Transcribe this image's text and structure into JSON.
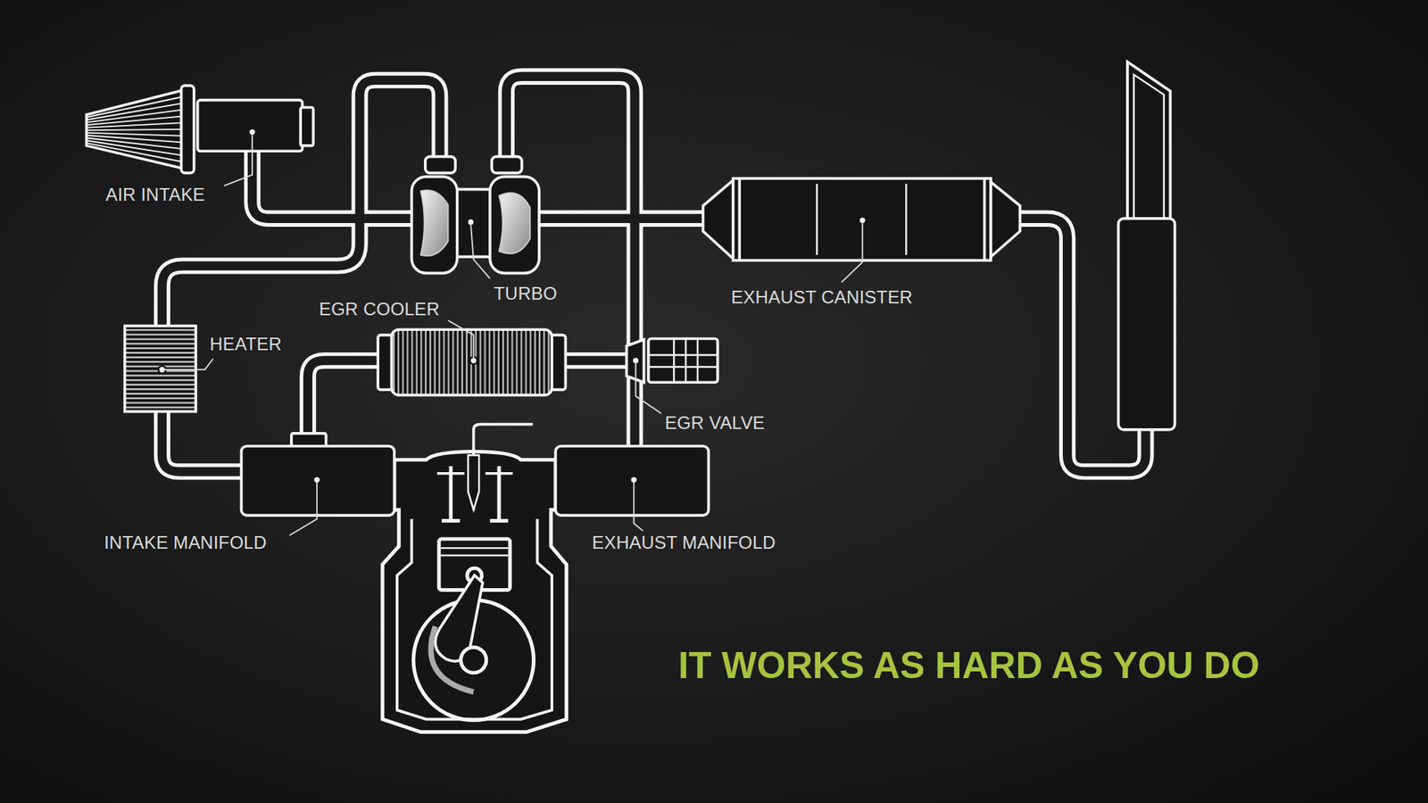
{
  "diagram": {
    "caption": "IT WORKS AS HARD AS YOU DO",
    "labels": [
      "AIR INTAKE",
      "TURBO",
      "EXHAUST CANISTER",
      "EGR COOLER",
      "HEATER",
      "EGR VALVE",
      "INTAKE MANIFOLD",
      "EXHAUST MANIFOLD"
    ]
  }
}
